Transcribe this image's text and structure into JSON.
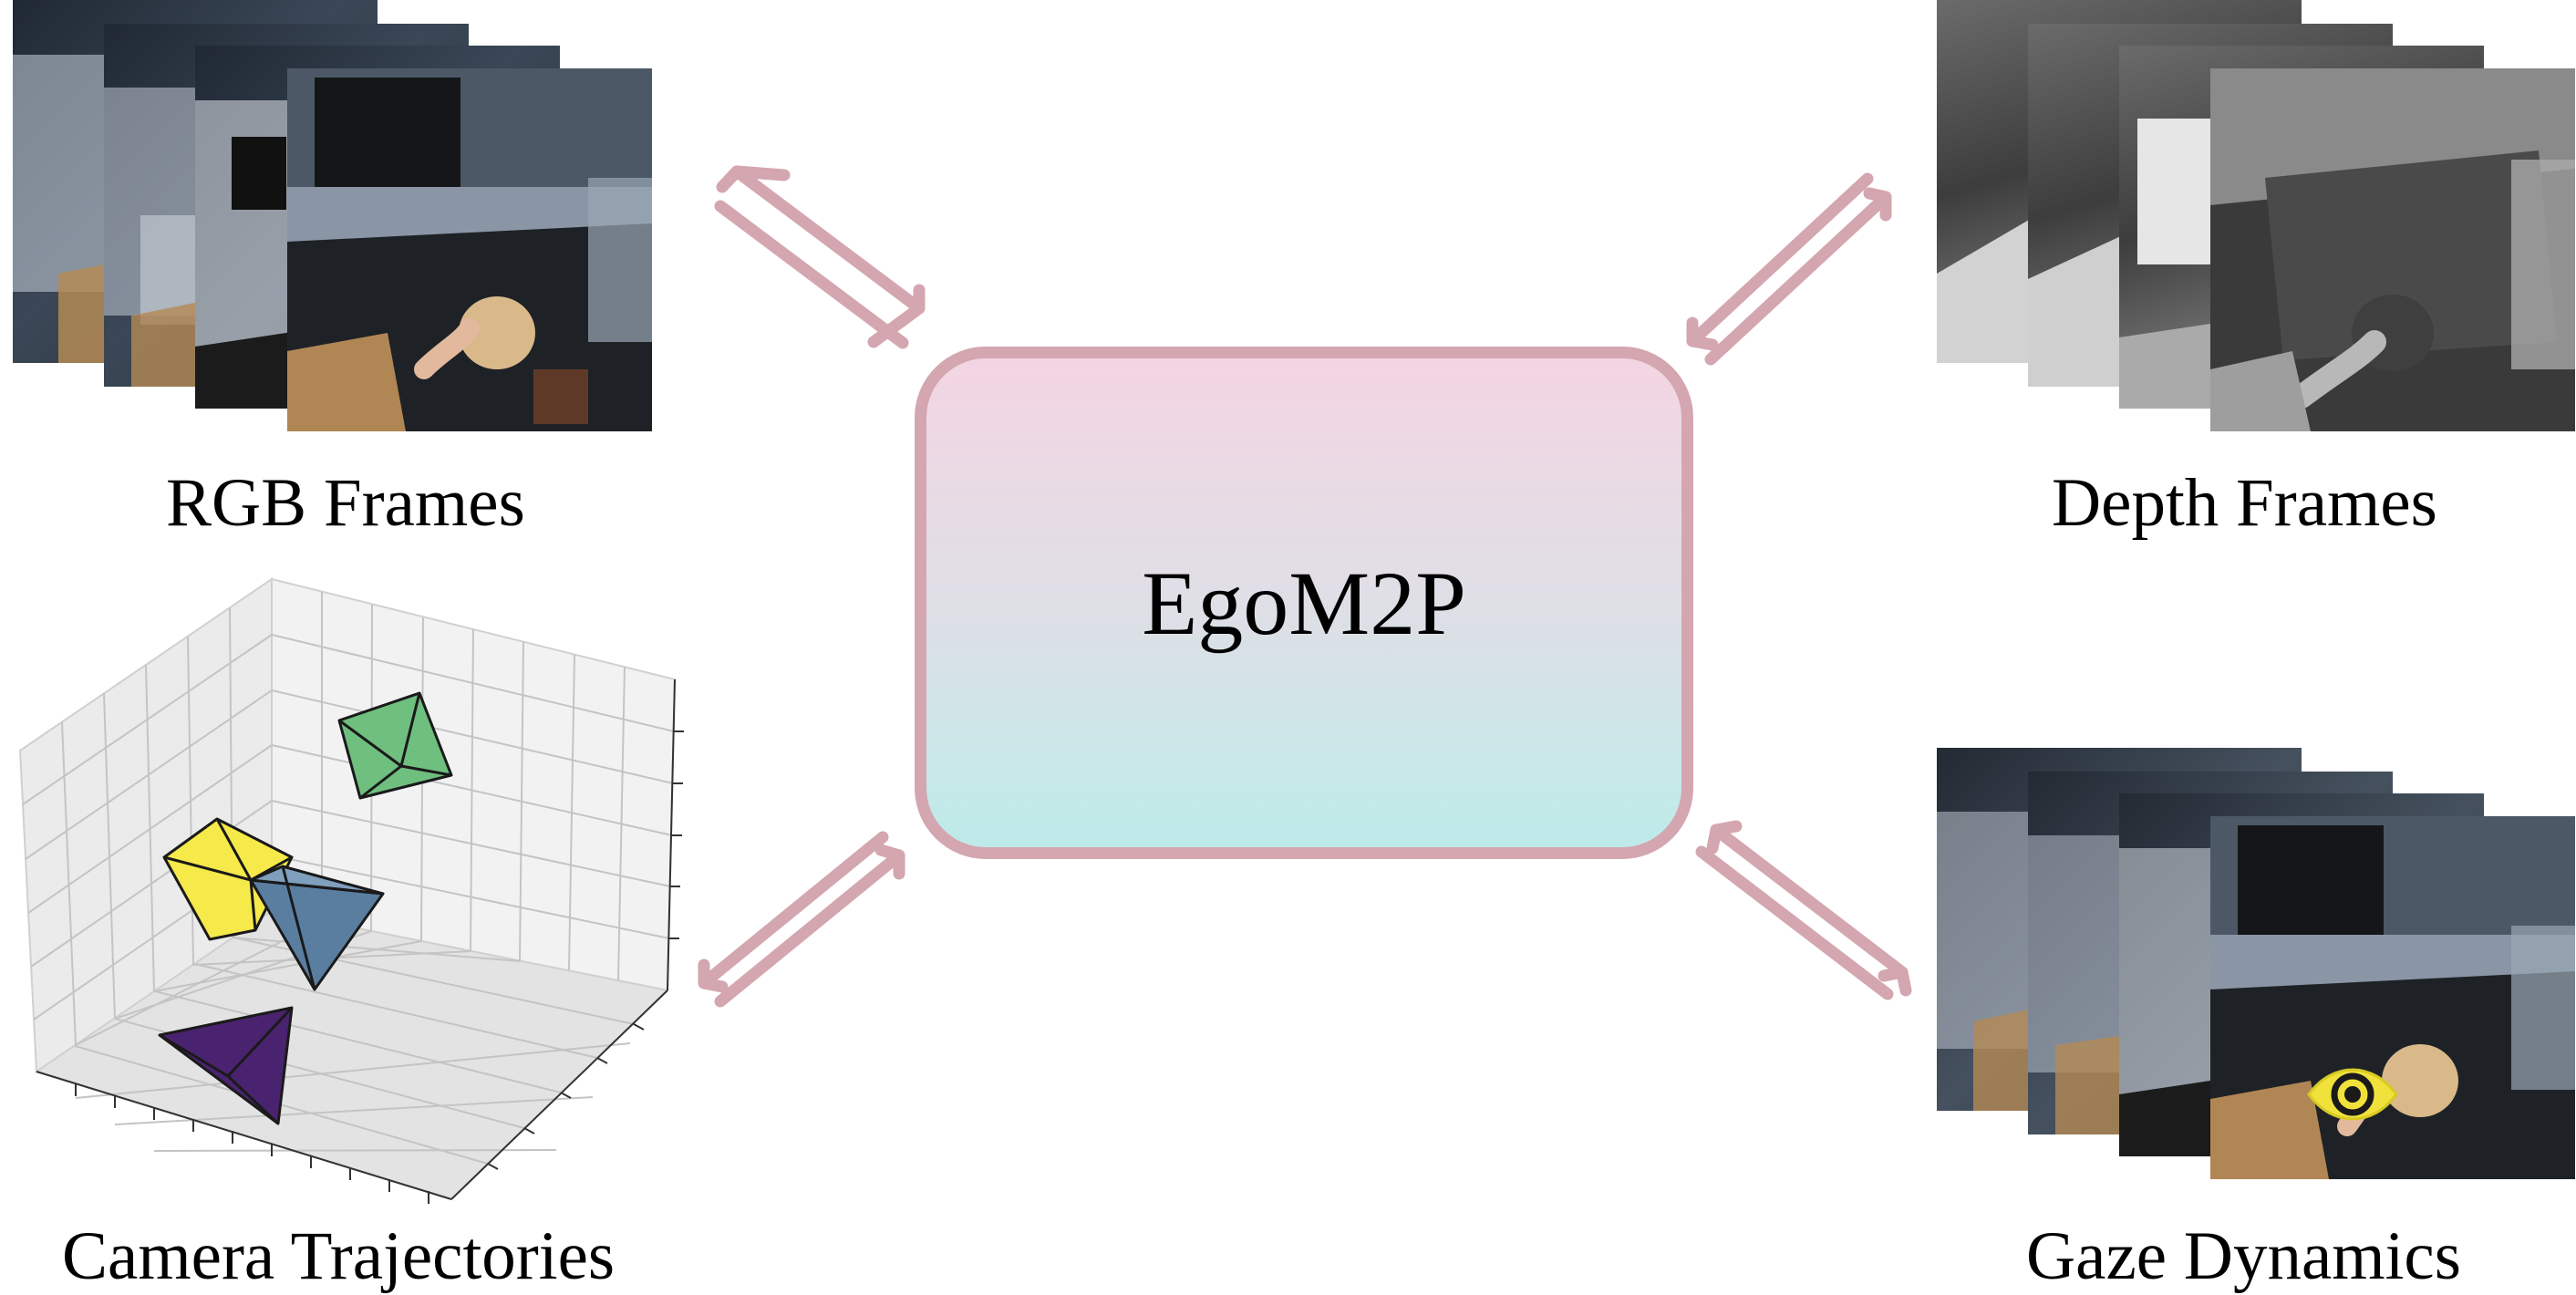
{
  "hub": {
    "title": "EgoM2P"
  },
  "modalities": {
    "rgb": {
      "label": "RGB Frames"
    },
    "depth": {
      "label": "Depth Frames"
    },
    "camera": {
      "label": "Camera Trajectories"
    },
    "gaze": {
      "label": "Gaze Dynamics"
    }
  },
  "colors": {
    "arrow": "#d4a6b0",
    "hub_border": "#d4a6b0",
    "hub_top": "#f3d5e2",
    "hub_bottom": "#bdebe9",
    "pyramid_green": "#6fbf7f",
    "pyramid_yellow": "#f6e94a",
    "pyramid_blue": "#5a7ea0",
    "pyramid_purple": "#4a2370",
    "gaze_marker": "#f0e23a"
  },
  "icons": [
    "double-arrow-icon",
    "eye-icon"
  ]
}
